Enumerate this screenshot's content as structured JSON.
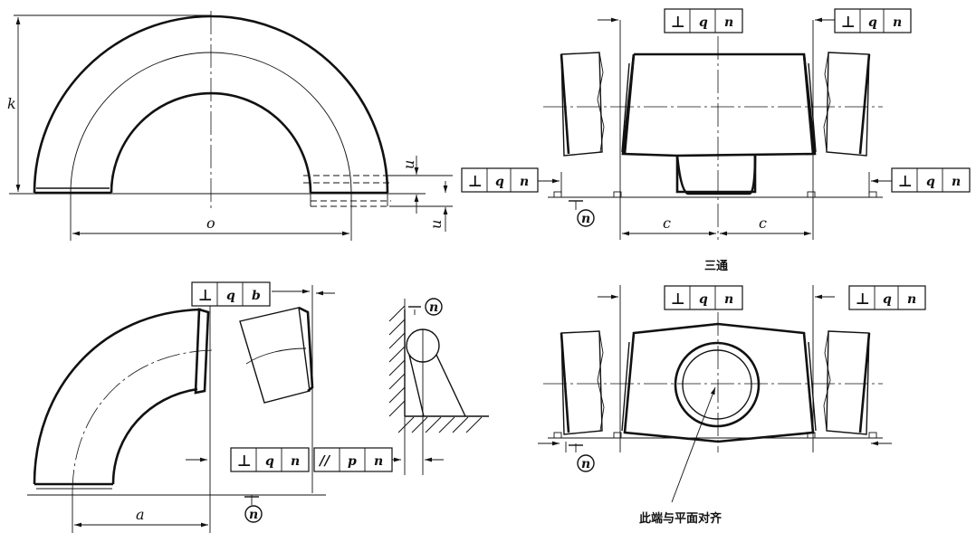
{
  "dimensions": {
    "k": "k",
    "o": "o",
    "u_top": "u",
    "u_bottom": "u",
    "a": "a",
    "c_left": "c",
    "c_right": "c"
  },
  "frames": {
    "perpendicularity_symbol": "⊥",
    "parallelism_symbol": "//",
    "tolerance_q": "q",
    "tolerance_p": "p",
    "datum_n": "n",
    "datum_b": "b"
  },
  "datum_label": "n",
  "labels": {
    "tee_title": "三通",
    "align_note": "此端与平面对齐"
  }
}
